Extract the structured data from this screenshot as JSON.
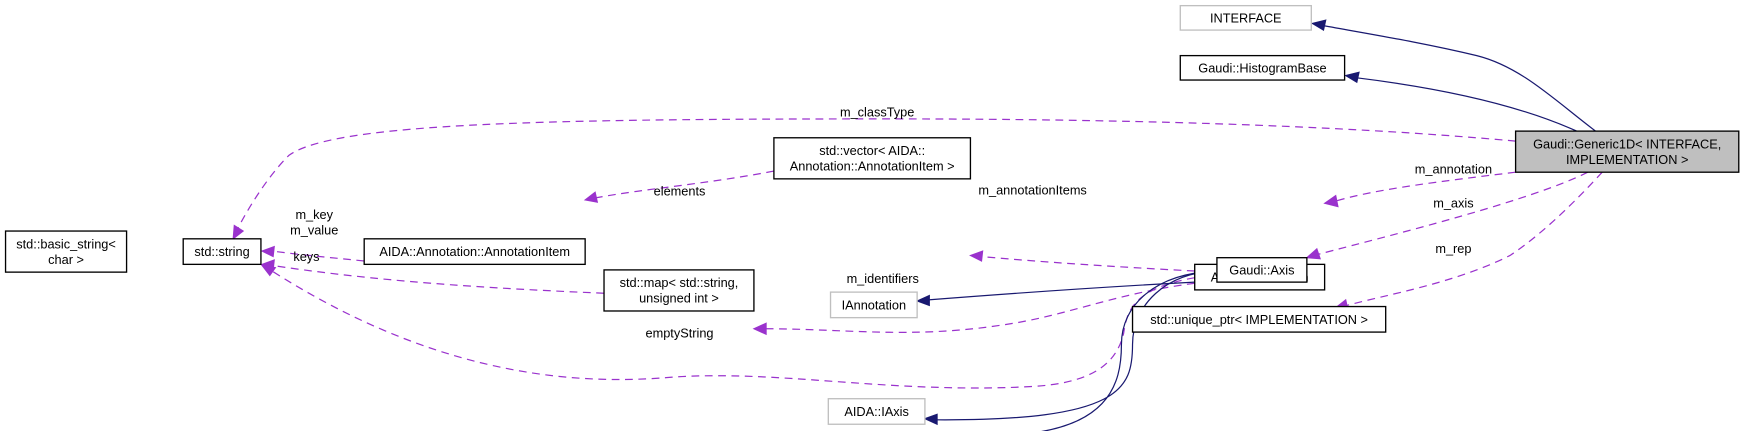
{
  "colors": {
    "inheritance": "#191970",
    "usage": "#9a32cd",
    "highlight_node": "#bfbfbf",
    "external_border": "#bfbfbf"
  },
  "nodes": {
    "interface": [
      "INTERFACE"
    ],
    "histogram_base": [
      "Gaudi::HistogramBase"
    ],
    "generic1d": [
      "Gaudi::Generic1D< INTERFACE,",
      "IMPLEMENTATION >"
    ],
    "basic_string": [
      "std::basic_string<",
      "char >"
    ],
    "string": [
      "std::string"
    ],
    "annotation_item": [
      "AIDA::Annotation::AnnotationItem"
    ],
    "vector": [
      "std::vector< AIDA::",
      "Annotation::AnnotationItem >"
    ],
    "annotation": [
      "AIDA::Annotation"
    ],
    "iannotation": [
      "IAnnotation"
    ],
    "map": [
      "std::map< std::string,",
      "unsigned int >"
    ],
    "axis": [
      "Gaudi::Axis"
    ],
    "unique_ptr": [
      "std::unique_ptr< IMPLEMENTATION >"
    ],
    "iaxis": [
      "AIDA::IAxis"
    ]
  },
  "edge_labels": {
    "m_classType": "m_classType",
    "m_annotation": "m_annotation",
    "m_axis": "m_axis",
    "m_rep": "m_rep",
    "elements": "elements",
    "m_annotationItems": "m_annotationItems",
    "m_key": "m_key",
    "m_value": "m_value",
    "keys": "keys",
    "m_identifiers": "m_identifiers",
    "emptyString": "emptyString"
  }
}
